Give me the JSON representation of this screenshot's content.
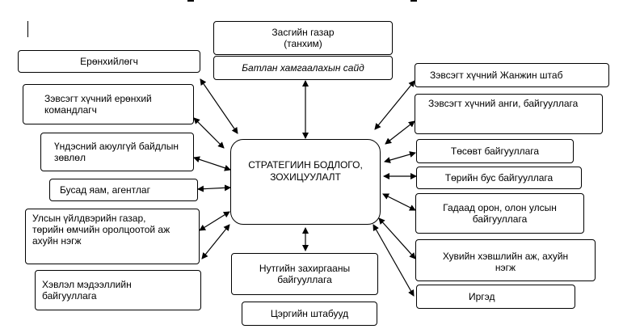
{
  "center": {
    "line1": "СТРАТЕГИИН БОДЛОГО,",
    "line2": "ЗОХИЦУУЛАЛТ"
  },
  "top": {
    "government": {
      "line1": "Засгийн газар",
      "line2": "(танхим)"
    },
    "defense_minister": "Батлан хамгаалахын сайд"
  },
  "left": {
    "president": "Ерөнхийлөгч",
    "commander": {
      "line1": "Зэвсэгт хүчний ерөнхий",
      "line2": "командлагч"
    },
    "security_council": {
      "line1": "Үндэсний аюулгүй байдлын",
      "line2": "зөвлөл"
    },
    "ministries": "Бусад яам, агентлаг",
    "state_enterprises": {
      "line1": "Улсын үйлдвэрийн газар,",
      "line2": "төрийн өмчийн оролцоотой аж",
      "line3": "ахуйн нэгж"
    },
    "media": {
      "line1": "Хэвлэл мэдээллийн",
      "line2": "байгууллага"
    }
  },
  "bottom": {
    "local_admin": {
      "line1": "Нутгийн захиргааны",
      "line2": "байгууллага"
    },
    "recruiting": "Цэргийн штабууд"
  },
  "right": {
    "general_staff": "Зэвсэгт хүчний Жанжин штаб",
    "units": "Зэвсэгт хүчний анги, байгууллага",
    "budget_orgs": "Төсөвт байгууллага",
    "ngos": "Төрийн бус байгууллага",
    "foreign": {
      "line1": "Гадаад орон, олон улсын",
      "line2": "байгууллага"
    },
    "private": {
      "line1": "Хувийн хэвшлийн аж, ахуйн",
      "line2": "нэгж"
    },
    "citizens": "Иргэд"
  }
}
